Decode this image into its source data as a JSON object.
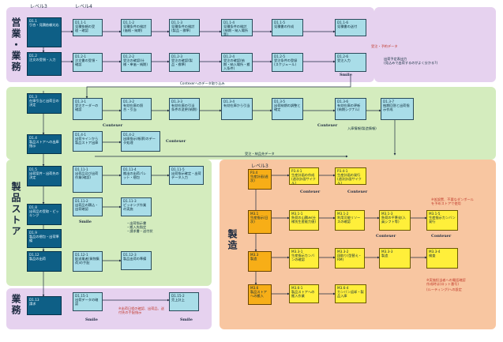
{
  "levels": {
    "level3_top": "レベル3",
    "level4_top": "レベル4",
    "level3_mfg": "レベル3"
  },
  "sections": {
    "sales": "営業・業務",
    "product_store": "製品ストア",
    "business": "業務",
    "manufacturing": "製造"
  },
  "sales_level3": [
    {
      "id": "D1.1",
      "text": "D1.1\n引合・見積依頼対応"
    },
    {
      "id": "D1.2",
      "text": "D1.2\n注文の受領・入力"
    }
  ],
  "sales_row1": [
    {
      "text": "D1.1-1\n見積依頼の受理・確認"
    },
    {
      "text": "D1.1-2\n見積条件の検討\n(価格・納期)"
    },
    {
      "text": "D1.1-3\n見積条件の検討\n(製品・標準)"
    },
    {
      "text": "D1.1-4\n見積条件の検討\n(納期・納入場所等)"
    },
    {
      "text": "D1.1-5\n見積書の作成"
    },
    {
      "text": "D1.1-6\n見積書の送付"
    }
  ],
  "sales_row2": [
    {
      "text": "D1.2-1\n注文書の受領・確認"
    },
    {
      "text": "D1.2-2\n受注の確認(仕様・単価・納期)"
    },
    {
      "text": "D1.2-3\n受注の確認(製品・標準)"
    },
    {
      "text": "D1.2-4\n受注の確認(納期・納入場所・搬入条件)"
    },
    {
      "text": "D1.2-5\n受注条件の登録(スケジュール)"
    },
    {
      "text": "D1.2-6\n受注入力"
    }
  ],
  "store_level3": [
    {
      "text": "D1.3\n在庫引当と出荷日の決定"
    },
    {
      "text": "D1.4\n製品ストアへの出庫指示"
    },
    {
      "text": "D1.5\n出荷案件・出荷先の決定"
    },
    {
      "text": "D1.8\n出荷品の受取・ピッキング"
    },
    {
      "text": "D1.9\n製品の梱包・出荷準備"
    },
    {
      "text": "D1.12\n製品の出荷"
    },
    {
      "text": "D1.13\n請求"
    }
  ],
  "store_row1": [
    {
      "text": "D1.3-1\n受注オーダーの確認"
    },
    {
      "text": "D1.3-2\n有効在庫の照合・引当"
    },
    {
      "text": "D1.3-3\n有効在庫の引当条件の変更(納期)"
    },
    {
      "text": "D1.3-4\n有効在庫から引当"
    },
    {
      "text": "D1.3-5\n出荷納期の調整と確定"
    },
    {
      "text": "D1.3-6\n有効在庫の更新(納期シグナル)"
    },
    {
      "text": "D1.3-7\n納期回答と出荷指示作成"
    }
  ],
  "store_row2": [
    {
      "text": "D1.4-1\n出荷ラインから製品ストア出庫"
    },
    {
      "text": "D1.4-2\n出庫指示(帳票)のデータ処理"
    }
  ],
  "store_row3": [
    {
      "text": "D1.11-1\n出荷品及び出荷作業(確認)"
    },
    {
      "text": "D1.11-4\n搬出の出荷パレット・梱包"
    },
    {
      "text": "D1.11-5\n出荷指示確定・出荷データ入力"
    }
  ],
  "store_row4": [
    {
      "text": "D1.11-2\n出荷品の積込・出荷確認"
    },
    {
      "text": "D1.11-3\nピッキング作業の実施"
    }
  ],
  "store_bullets": "・出荷指示書\n・搬入先指定\n・請求書・送付状",
  "store_row5": [
    {
      "text": "D1.12-1\n配送業者(貨物集荷)の手配"
    },
    {
      "text": "D1.12-3\n製品出荷の準備"
    }
  ],
  "business_row": [
    {
      "text": "D1.15-1\n出荷データの確認"
    },
    {
      "text": "D1.15-2\n売上計上"
    }
  ],
  "mfg_level3": [
    {
      "text": "P3.4\n生産計画(週次)"
    },
    {
      "text": "M3.1\n生産指示(日次)"
    },
    {
      "text": "M3.3\n製造"
    },
    {
      "text": "M3.6\n製品ストアへの搬入"
    }
  ],
  "mfg_row1": [
    {
      "text": "P3.4-1\n生産計画の作成(週次計画サイクル)"
    },
    {
      "text": "P3.4-1\n生産計画の発行(週次計画サイクル)"
    }
  ],
  "mfg_row2": [
    {
      "text": "M3.1-1\n負荷の山積み(仕様別生産能力値)"
    },
    {
      "text": "M3.1-2\n利用可能リソースの確認"
    },
    {
      "text": "M3.1-3\n負荷の平準化(人員シフト等)"
    },
    {
      "text": "M3.1-5\n生産指示カンバン発行"
    }
  ],
  "mfg_row3": [
    {
      "text": "M3.3-1\n生産指示カンバンの確認"
    },
    {
      "text": "M3.3-2\n段取り(型替え・RM)"
    },
    {
      "text": "M3.3-3\n製造"
    },
    {
      "text": "M3.3-4\n検査"
    }
  ],
  "mfg_row4": [
    {
      "text": "M3.6-1\n製品ストアへの搬入作業"
    },
    {
      "text": "M3.6-4\nカンバン返却・製品入庫"
    }
  ],
  "systems": {
    "smile": "Smile",
    "contexer": "Contexer"
  },
  "flow_labels": {
    "forecast": "受注・予約データ",
    "forecast2": "出荷予定表出力\n(見込みで出荷するのがよく分かる?)",
    "contexer_data": "Contexerへのデータ取り込み",
    "entry": "入庫情報(製造情報)",
    "ship_data": "受注・納品先データ"
  },
  "notes": {
    "n1": "※出荷日程の確認、出荷品、送付先の手配指示",
    "n2": "※仮設置、不要なダンボール\nを予めストアで使用",
    "n3": "※実施担当者への電話確認\n作成時は(ロット番号)",
    "n4": "(ルーティング)への設定"
  },
  "colors": {
    "sales_lane": "#e6d2ef",
    "store_lane": "#d4ecbe",
    "mfg_lane": "#f8c6a1",
    "light_box": "#a9dde8",
    "dark_box": "#0e5f86",
    "yellow_box": "#ffef3a",
    "orange_box": "#f7ae17"
  }
}
